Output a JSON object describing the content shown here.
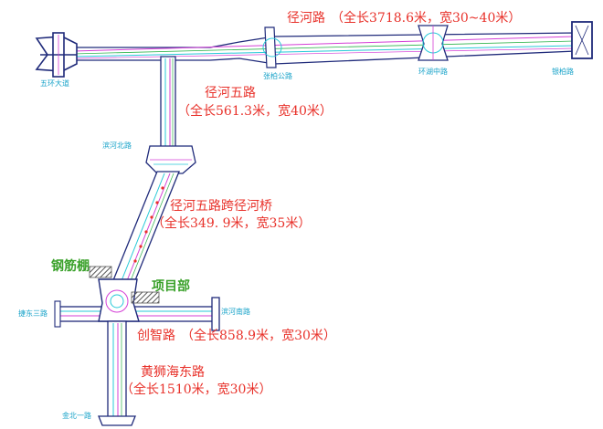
{
  "roads": {
    "jinghe": {
      "name": "径河路",
      "spec": "（全长3718.6米，宽30~40米）"
    },
    "jinghe5": {
      "name": "径河五路",
      "spec": "（全长561.3米，宽40米）"
    },
    "bridge": {
      "name": "径河五路跨径河桥",
      "spec": "（全长349. 9米，宽35米）"
    },
    "chuangzhi": {
      "name": "创智路",
      "spec": "（全长858.9米，宽30米）"
    },
    "huangshi": {
      "name": "黄狮海东路",
      "spec": "（全长1510米，宽30米）"
    }
  },
  "street_labels": {
    "wuhuan": "五环大道",
    "zhangbogong": "张柏公路",
    "huanhuzhong": "环湖中路",
    "yinbai": "银柏路",
    "binhebei": "滨河北路",
    "binhenan": "滨河南路",
    "jiedong3": "捷东三路",
    "jinbei1": "金北一路"
  },
  "site_labels": {
    "rebar_shed": "钢筋棚",
    "project_dept": "项目部"
  },
  "colors": {
    "road_label": "#e8312a",
    "street_label": "#19a3c9",
    "site_label": "#3aa12a",
    "road_outline": "#1f2a7a",
    "lane_magenta": "#d43fd6",
    "lane_cyan": "#27c9d8",
    "lane_green": "#2db34a"
  }
}
